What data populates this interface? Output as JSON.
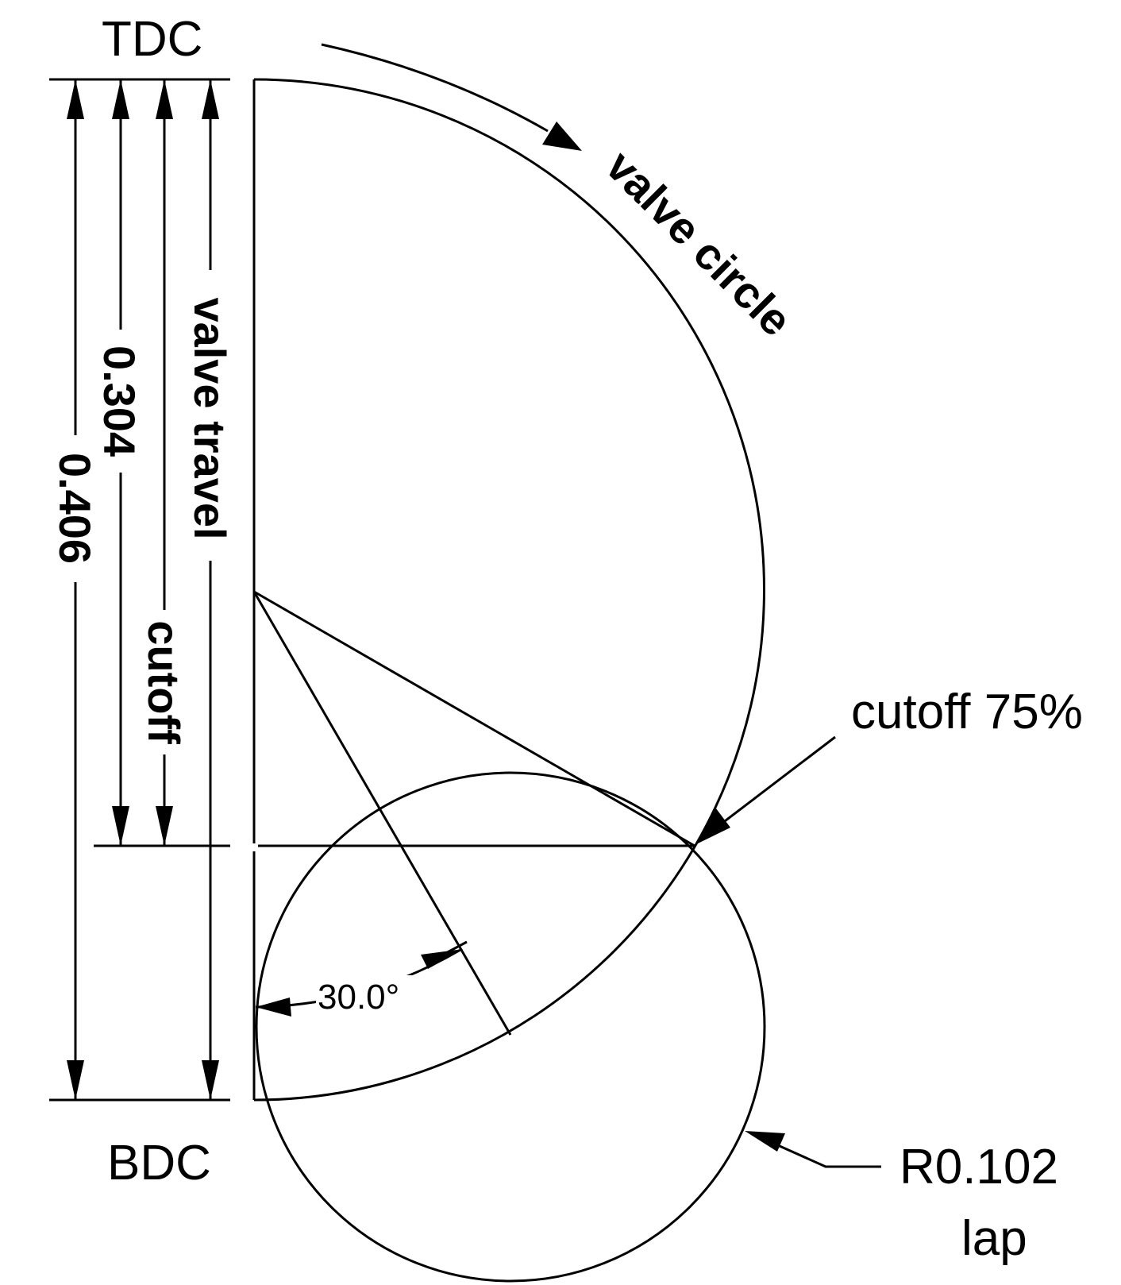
{
  "labels": {
    "tdc": "TDC",
    "bdc": "BDC",
    "valve_circle": "valve circle",
    "valve_travel": "valve travel",
    "cutoff": "cutoff",
    "cutoff_pct": "cutoff 75%",
    "radius": "R0.102",
    "lap": "lap",
    "angle": "30.0°"
  },
  "dimensions": {
    "full": "0.406",
    "cutoff": "0.304"
  }
}
